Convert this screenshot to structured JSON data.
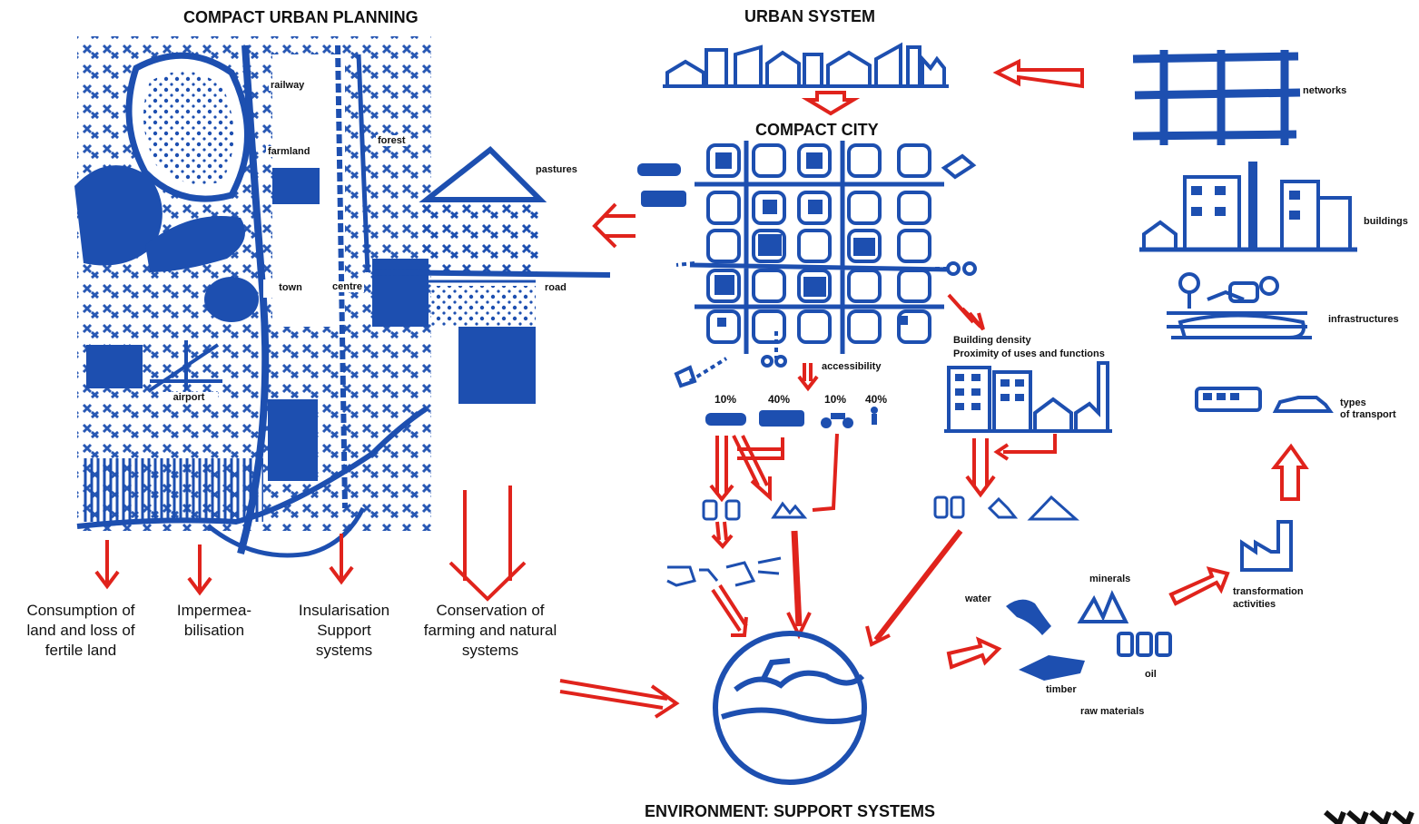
{
  "colors": {
    "ink": "#1d4fb0",
    "arrow": "#e0231c",
    "text": "#111111"
  },
  "titles": {
    "compact_urban_planning": "COMPACT URBAN PLANNING",
    "urban_system": "URBAN SYSTEM",
    "compact_city": "COMPACT CITY",
    "environment": "ENVIRONMENT: SUPPORT SYSTEMS"
  },
  "map_labels": {
    "railway": "railway",
    "farmland": "farmland",
    "forest": "forest",
    "pastures": "pastures",
    "town": "town",
    "centre": "centre",
    "road": "road",
    "airport": "airport"
  },
  "right_labels": {
    "networks": "networks",
    "buildings": "buildings",
    "infrastructures": "infrastructures",
    "types_of_transport": [
      "types",
      "of transport"
    ],
    "transformation_activities": [
      "transformation",
      "activities"
    ]
  },
  "city_labels": {
    "accessibility": "accessibility",
    "building_density": "Building density",
    "proximity": "Proximity of uses and functions",
    "percentages": [
      "10%",
      "40%",
      "10%",
      "40%"
    ]
  },
  "resources": {
    "minerals": "minerals",
    "water": "water",
    "oil": "oil",
    "timber": "timber",
    "raw_materials": "raw materials"
  },
  "captions": [
    "Consumption of land and loss of fertile land",
    "Impermea-bilisation",
    "Insularisation Support systems",
    "Conservation of farming and natural systems"
  ],
  "corner_mark": "WW"
}
